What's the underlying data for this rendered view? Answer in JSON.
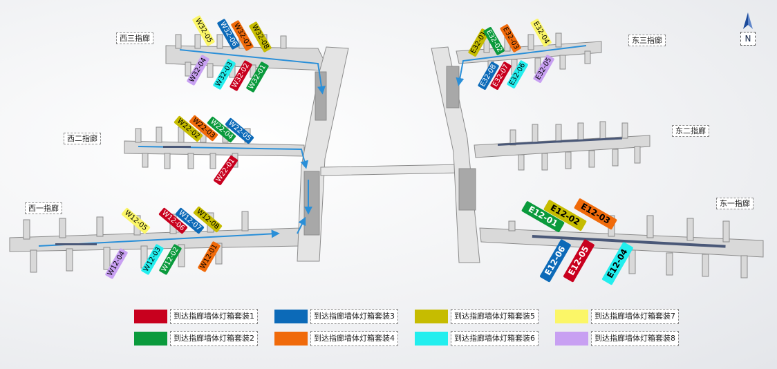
{
  "piers": {
    "w3": "西三指廊",
    "w2": "西二指廊",
    "w1": "西一指廊",
    "e3": "东三指廊",
    "e2": "东二指廊",
    "e1": "东一指廊"
  },
  "compass": {
    "letter": "N",
    "icon": "north-arrow-icon"
  },
  "colors": {
    "c1": "#c8001e",
    "c2": "#0a9a3c",
    "c3": "#0c6ab8",
    "c4": "#f06a0a",
    "c5": "#c6bc00",
    "c6": "#22eeee",
    "c7": "#fbf667",
    "c8": "#c8a0f2"
  },
  "legend": [
    {
      "label": "到达指廊墙体灯箱套装1",
      "color": "#c8001e"
    },
    {
      "label": "到达指廊墙体灯箱套装2",
      "color": "#0a9a3c"
    },
    {
      "label": "到达指廊墙体灯箱套装3",
      "color": "#0c6ab8"
    },
    {
      "label": "到达指廊墙体灯箱套装4",
      "color": "#f06a0a"
    },
    {
      "label": "到达指廊墙体灯箱套装5",
      "color": "#c6bc00"
    },
    {
      "label": "到达指廊墙体灯箱套装6",
      "color": "#22eeee"
    },
    {
      "label": "到达指廊墙体灯箱套装7",
      "color": "#fbf667"
    },
    {
      "label": "到达指廊墙体灯箱套装8",
      "color": "#c8a0f2"
    }
  ],
  "gates": {
    "W32-05": "W32-05",
    "W32-06": "W32-06",
    "W32-07": "W32-07",
    "W32-08": "W32-08",
    "W32-04": "W32-04",
    "W32-03": "W32-03",
    "W32-02": "W32-02",
    "W32-01": "W32-01",
    "W22-02": "W22-02",
    "W22-03": "W22-03",
    "W22-04": "W22-04",
    "W22-05": "W22-05",
    "W22-01": "W22-01",
    "W12-05": "W12-05",
    "W12-06": "W12-06",
    "W12-07": "W12-07",
    "W12-08": "W12-08",
    "W12-04": "W12-04",
    "W12-03": "W12-03",
    "W12-02": "W12-02",
    "W12-01": "W12-01",
    "E32-01": "E32-01",
    "E32-02": "E32-02",
    "E32-03": "E32-03",
    "E32-04": "E32-04",
    "E32-08": "E32-08",
    "E32-07": "E32-07",
    "E32-06": "E32-06",
    "E32-05": "E32-05",
    "E12-01": "E12-01",
    "E12-02": "E12-02",
    "E12-03": "E12-03",
    "E12-06": "E12-06",
    "E12-05": "E12-05",
    "E12-04": "E12-04"
  }
}
